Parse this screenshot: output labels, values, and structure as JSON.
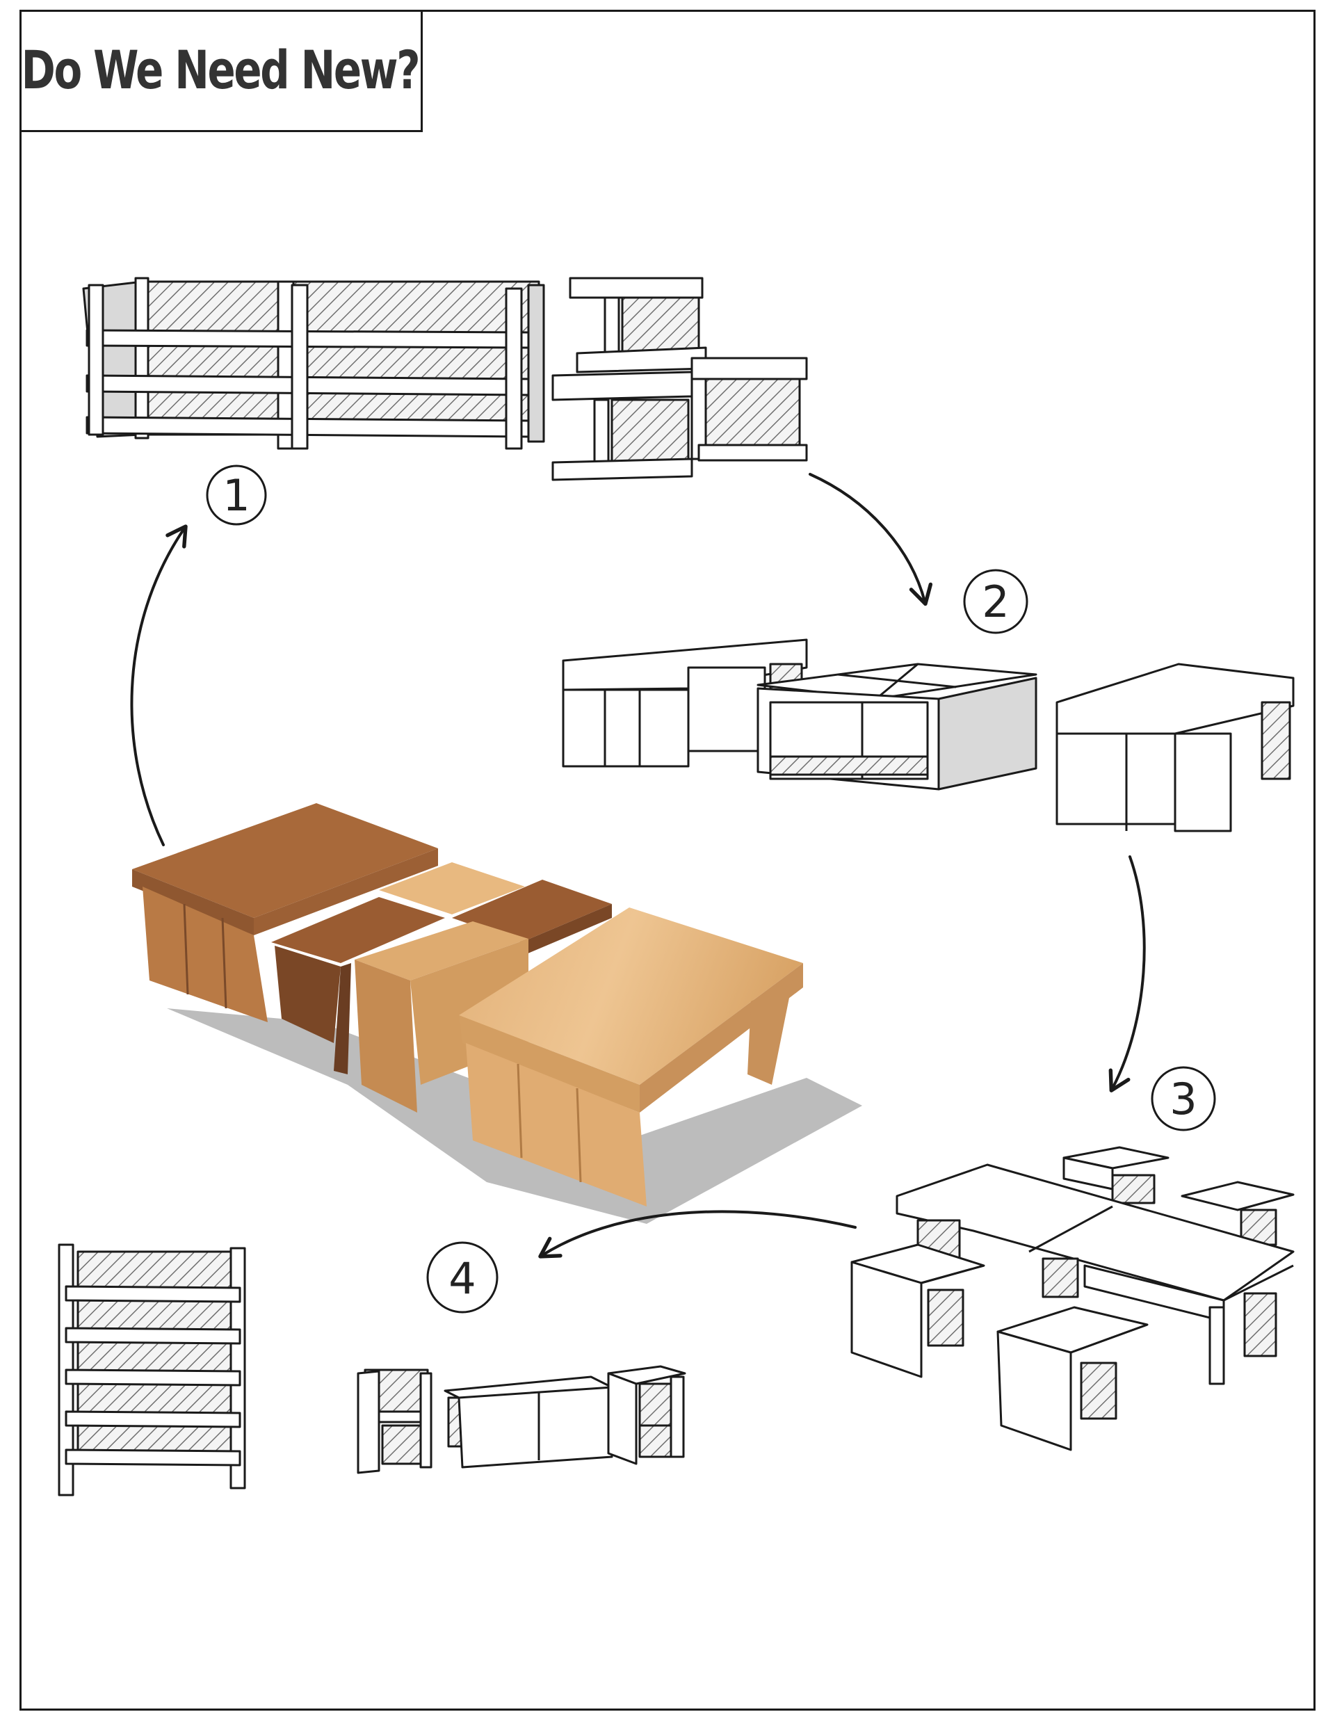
{
  "title": "Do We Need New?",
  "steps": [
    {
      "number": "1"
    },
    {
      "number": "2"
    },
    {
      "number": "3"
    },
    {
      "number": "4"
    }
  ],
  "colors": {
    "ink": "#1a1a1a",
    "hatch": "#8a8a8a",
    "panel_gray": "#d9d9d9",
    "wood_dark": "#a8693a",
    "wood_mid": "#c98c52",
    "wood_light": "#e8b980",
    "shadow": "#b0b0b0"
  }
}
